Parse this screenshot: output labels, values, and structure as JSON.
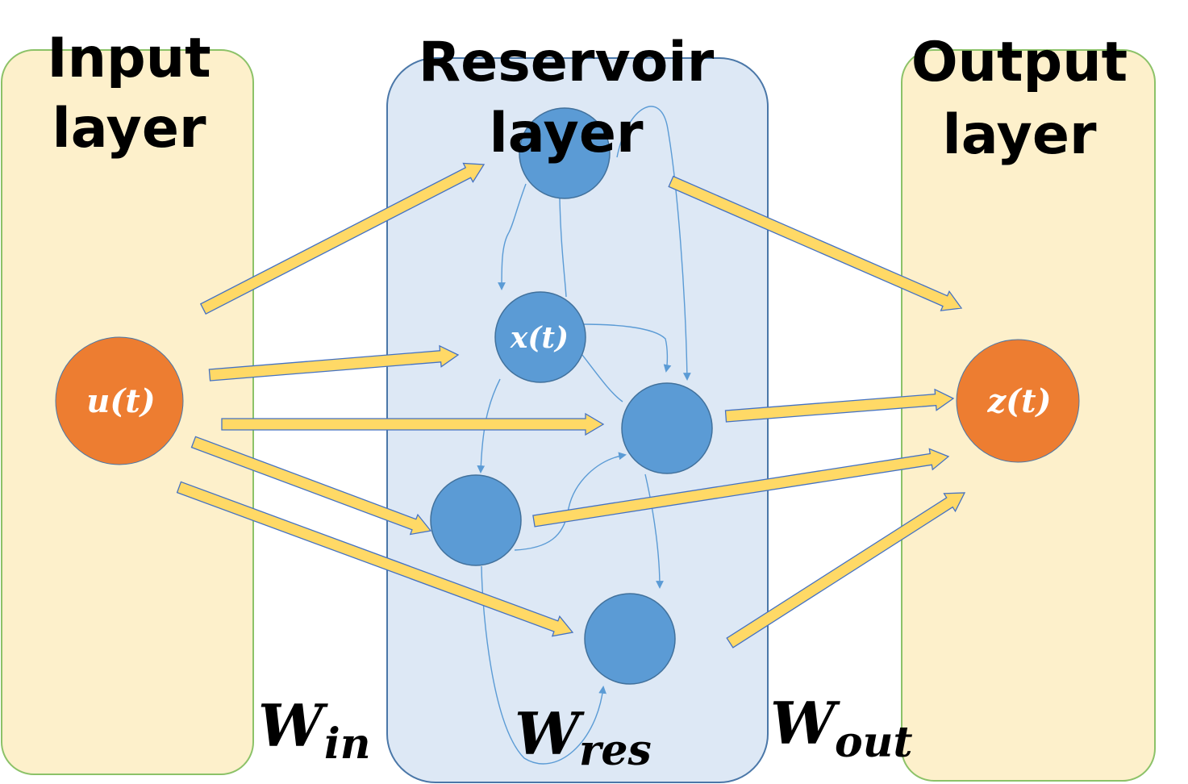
{
  "layers": {
    "input": {
      "title_line1": "Input",
      "title_line2": "layer",
      "node": "u(t)"
    },
    "reservoir": {
      "title_line1": "Reservoir",
      "title_line2": "layer",
      "node": "x(t)"
    },
    "output": {
      "title_line1": "Output",
      "title_line2": "layer",
      "node": "z(t)"
    }
  },
  "weights": {
    "in": {
      "main": "W",
      "sub": "in"
    },
    "res": {
      "main": "W",
      "sub": "res"
    },
    "out": {
      "main": "W",
      "sub": "out"
    }
  },
  "colors": {
    "input_panel_fill": "#fdf0cb",
    "input_panel_stroke": "#8cc268",
    "reservoir_panel_fill": "#dde8f5",
    "reservoir_panel_stroke": "#4a77a8",
    "io_node": "#ed7d31",
    "reservoir_node": "#5b9bd5",
    "arrow_fill": "#ffd966",
    "arrow_stroke": "#4472c4",
    "recurrent_edge": "#5b9bd5"
  }
}
